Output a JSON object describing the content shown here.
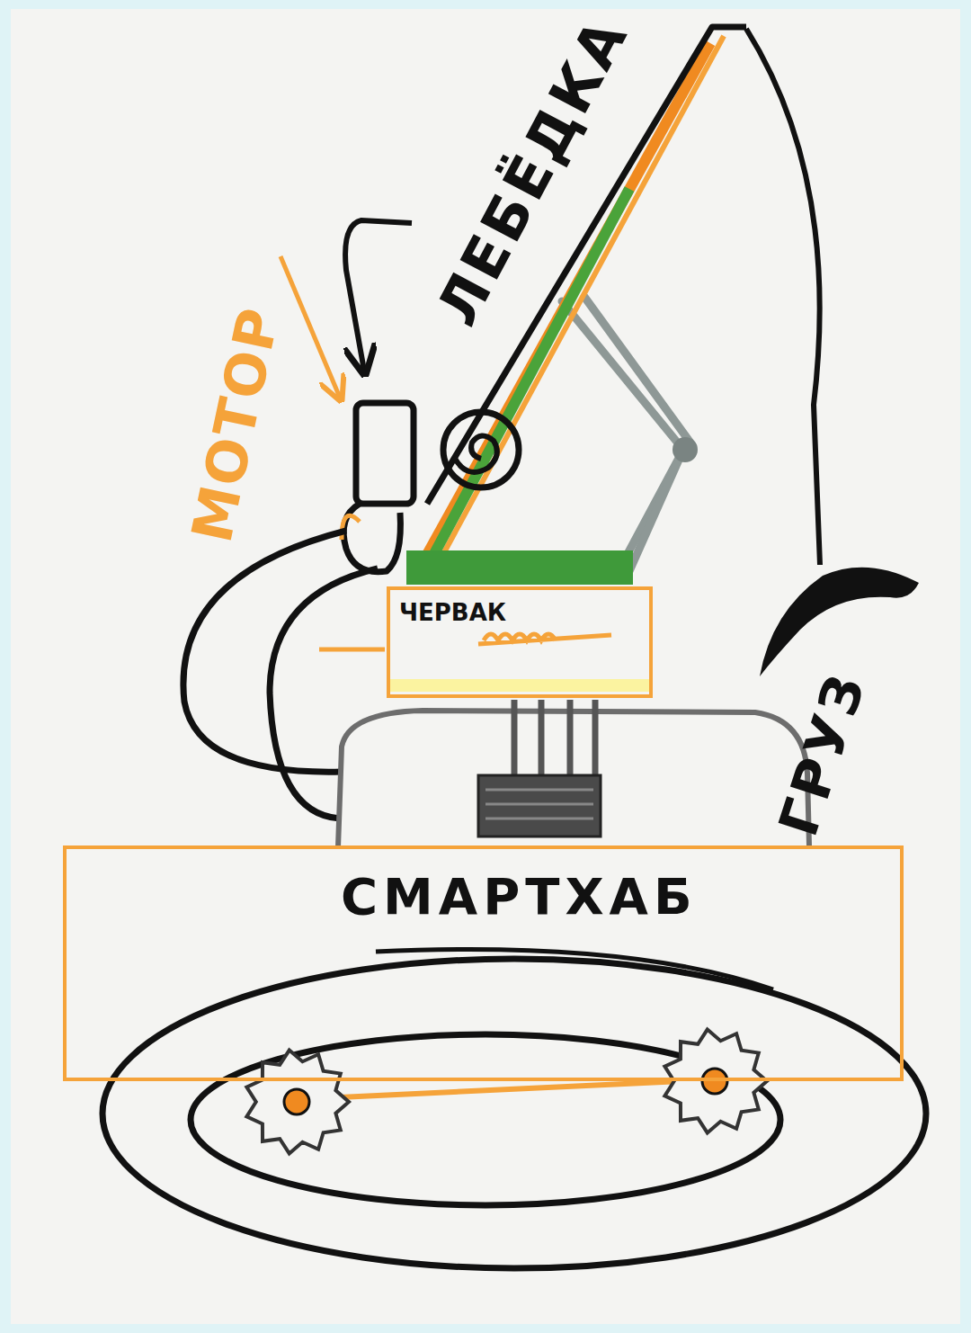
{
  "diagram": {
    "nodes": [
      {
        "text": [
          "ЧЕРВАК"
        ]
      },
      {
        "text": [
          "СМАРТХАБ"
        ]
      }
    ],
    "labels": [
      "ЛЕБЁДКА",
      "МОТОР",
      "ГРУЗ"
    ]
  }
}
